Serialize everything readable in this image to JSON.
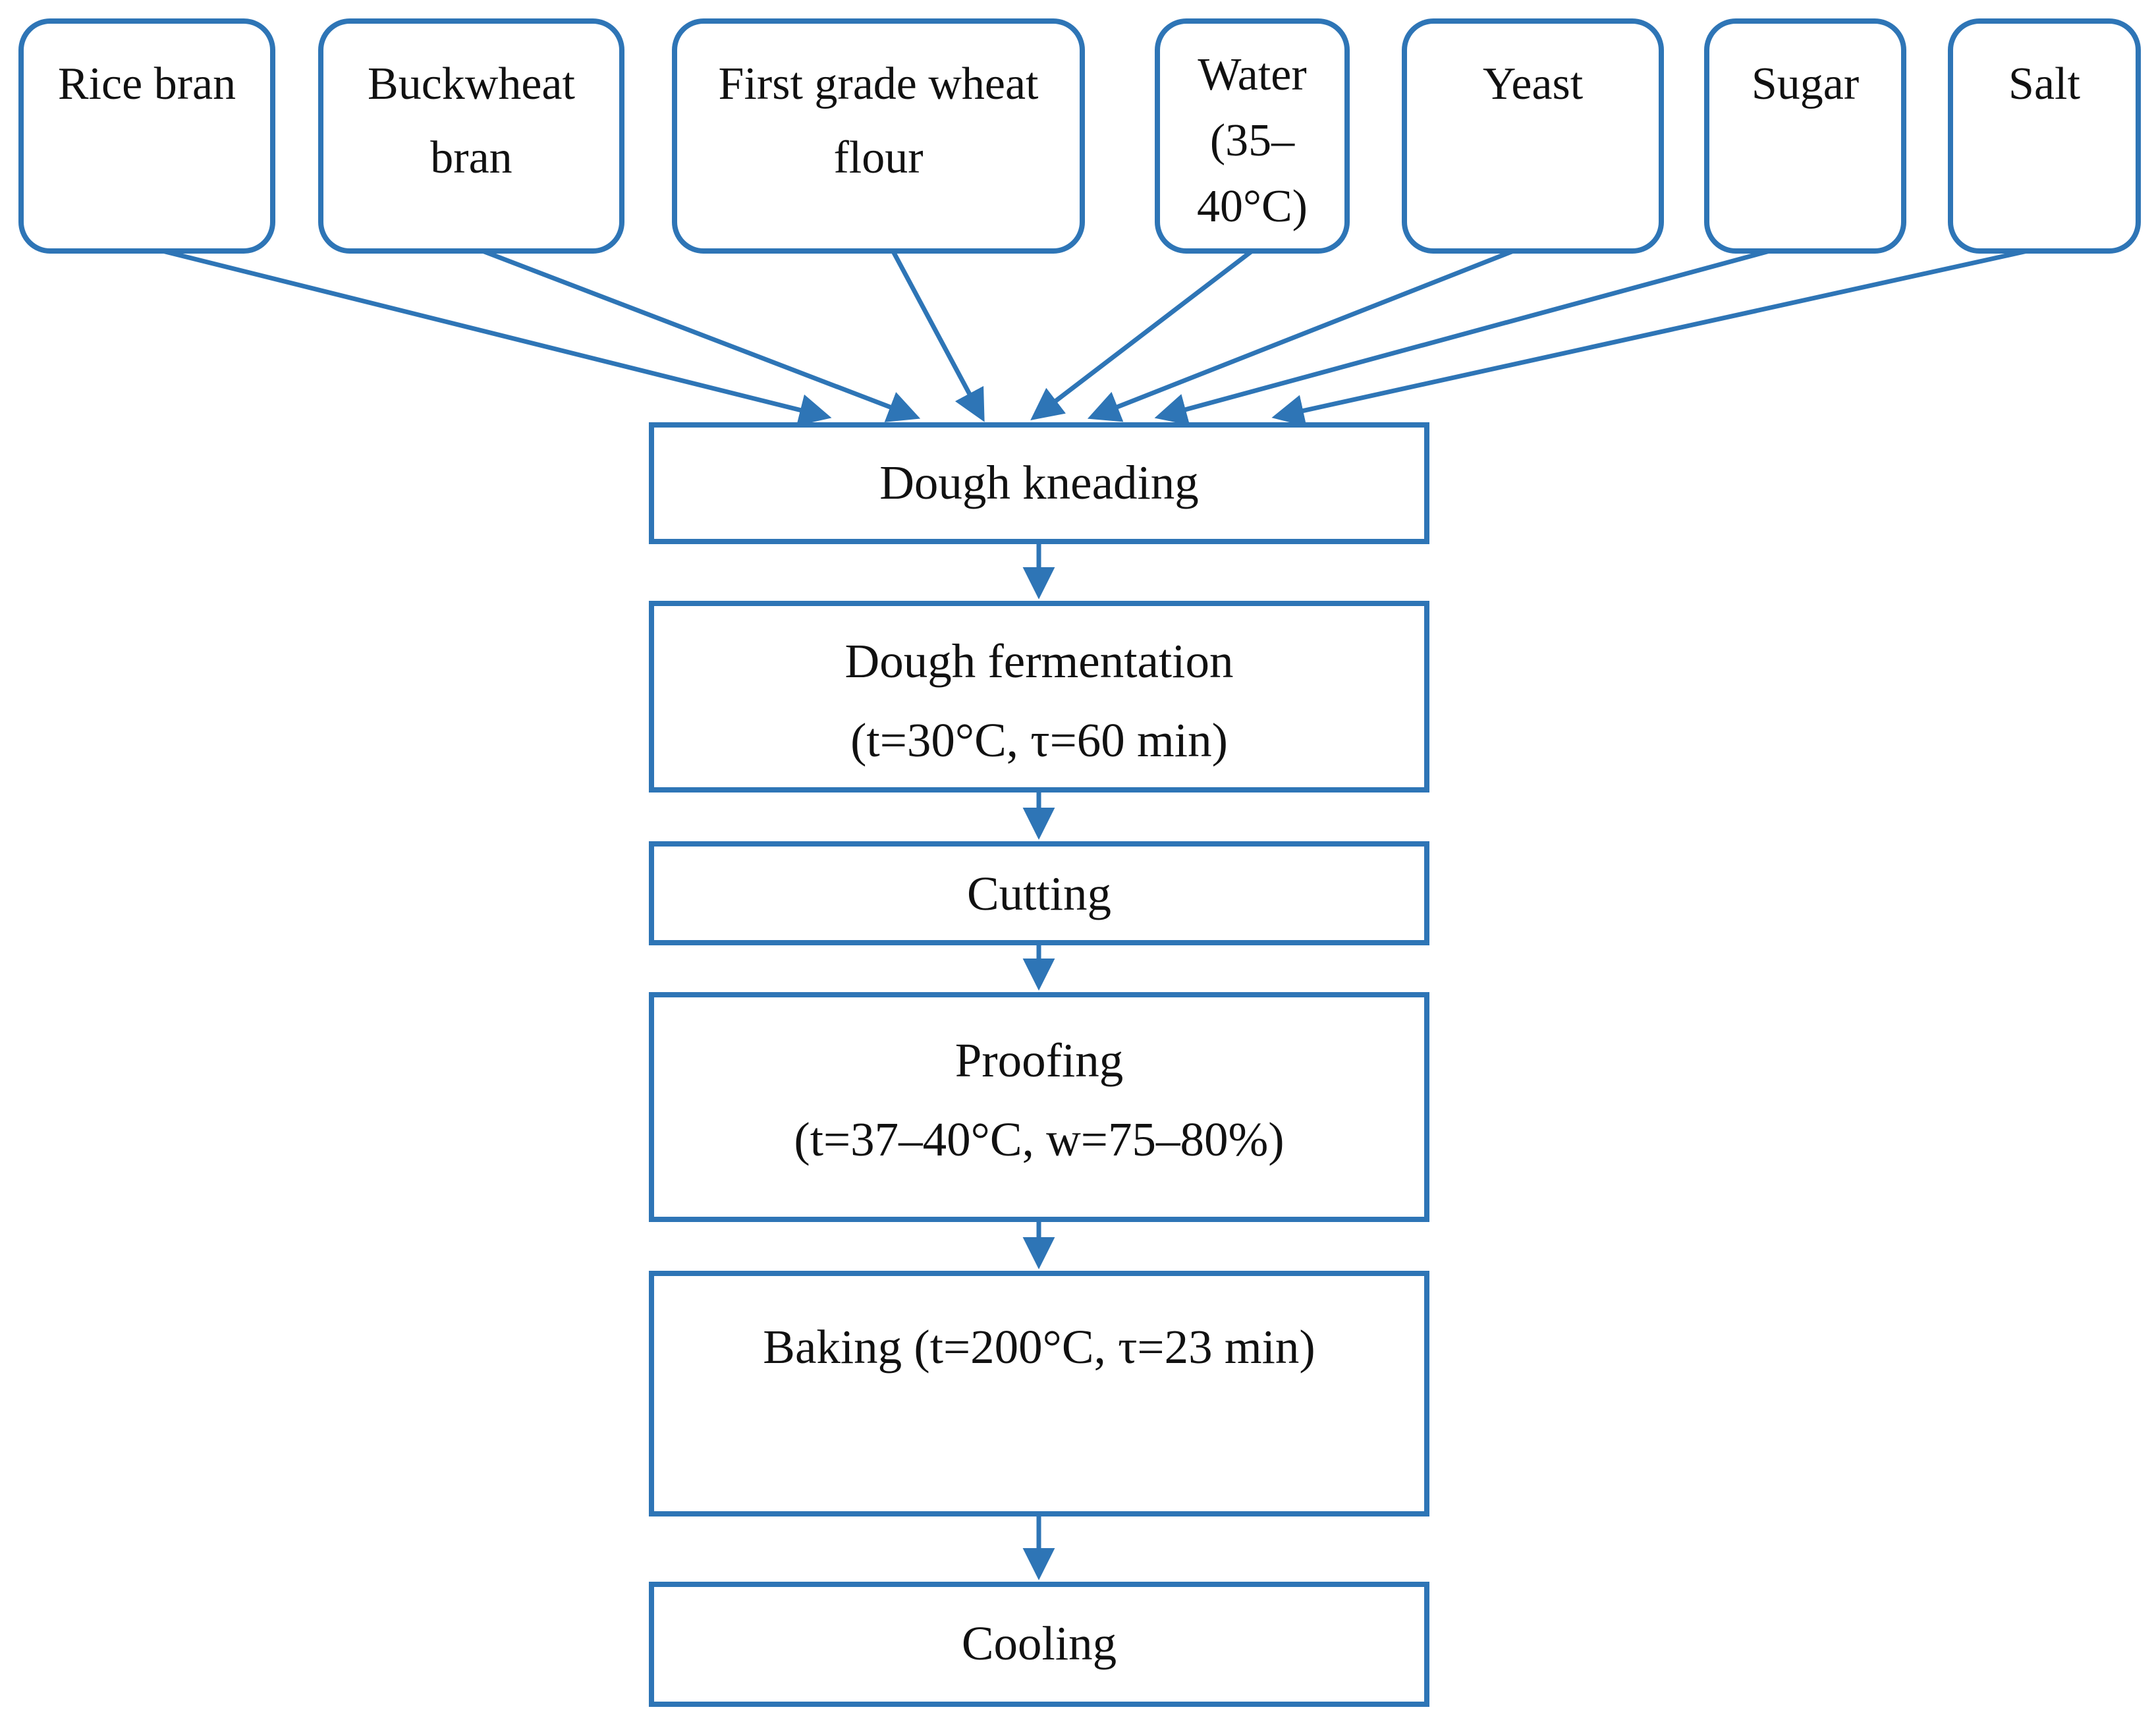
{
  "diagram": {
    "title_hint": "Bread production flowchart",
    "accent_color": "#2E75B6",
    "text_color": "#111111",
    "background_color": "#FFFFFF",
    "ingredients": [
      {
        "name": "rice-bran",
        "label": "Rice bran",
        "lines": [
          "Rice bran"
        ]
      },
      {
        "name": "buckwheat-bran",
        "label": "Buckwheat bran",
        "lines": [
          "Buckwheat",
          "bran"
        ]
      },
      {
        "name": "wheat-flour",
        "label": "First grade wheat flour",
        "lines": [
          "First grade wheat",
          "flour"
        ]
      },
      {
        "name": "water",
        "label": "Water (35–40°C)",
        "lines": [
          "Water",
          "(35–",
          "40°C)"
        ]
      },
      {
        "name": "yeast",
        "label": "Yeast",
        "lines": [
          "Yeast"
        ]
      },
      {
        "name": "sugar",
        "label": "Sugar",
        "lines": [
          "Sugar"
        ]
      },
      {
        "name": "salt",
        "label": "Salt",
        "lines": [
          "Salt"
        ]
      }
    ],
    "steps": [
      {
        "name": "dough-kneading",
        "label": "Dough kneading",
        "lines": [
          "Dough kneading"
        ]
      },
      {
        "name": "dough-fermentation",
        "label": "Dough fermentation (t=30°C, τ=60 min)",
        "lines": [
          "Dough fermentation",
          "(t=30°C, τ=60 min)"
        ]
      },
      {
        "name": "cutting",
        "label": "Cutting",
        "lines": [
          "Cutting"
        ]
      },
      {
        "name": "proofing",
        "label": "Proofing (t=37–40°C, w=75–80%)",
        "lines": [
          "Proofing",
          "(t=37–40°C, w=75–80%)"
        ]
      },
      {
        "name": "baking",
        "label": "Baking (t=200°C, τ=23 min)",
        "lines": [
          "Baking (t=200°C, τ=23 min)"
        ]
      },
      {
        "name": "cooling",
        "label": "Cooling",
        "lines": [
          "Cooling"
        ]
      }
    ]
  }
}
